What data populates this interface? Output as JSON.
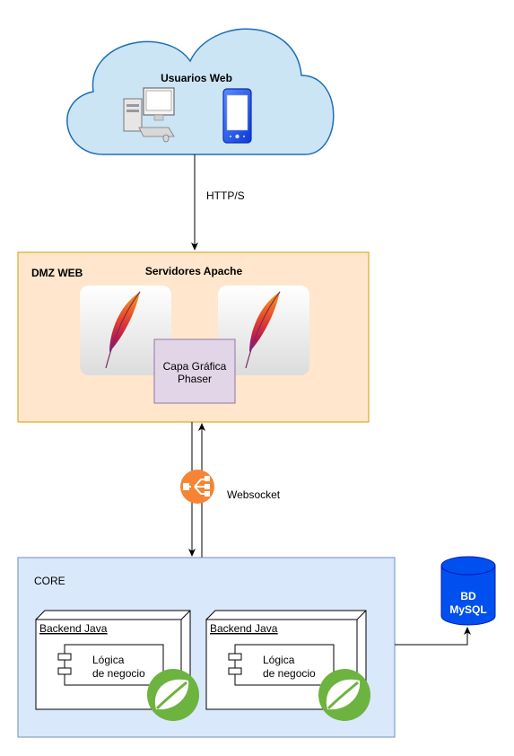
{
  "cloud": {
    "label": "Usuarios Web"
  },
  "link_users_dmz": {
    "label": "HTTP/S"
  },
  "dmz": {
    "zone_label": "DMZ WEB",
    "servers_label": "Servidores Apache",
    "graphics_line1": "Capa Gráfica",
    "graphics_line2": "Phaser"
  },
  "link_dmz_core": {
    "label": "Websocket"
  },
  "core": {
    "zone_label": "CORE",
    "backends": [
      {
        "title": "Backend Java",
        "component_line1": "Lógica",
        "component_line2": "de negocio"
      },
      {
        "title": "Backend Java",
        "component_line1": "Lógica",
        "component_line2": "de negocio"
      }
    ]
  },
  "database": {
    "line1": "BD",
    "line2": "MySQL"
  },
  "colors": {
    "cloud_fill": "#cce5f5",
    "cloud_stroke": "#1b6fb5",
    "dmz_fill": "#ffe6cc",
    "dmz_stroke": "#d79b00",
    "core_fill": "#dae8fc",
    "core_stroke": "#6c8ebf",
    "phaser_fill": "#e1d5e7",
    "phaser_stroke": "#9673a6",
    "db_fill": "#0050ef",
    "spring_green": "#6db33f",
    "aws_orange": "#f58534"
  }
}
